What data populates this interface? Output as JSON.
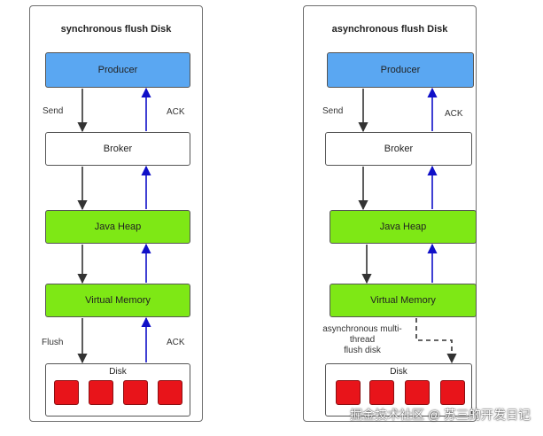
{
  "left": {
    "title": "synchronous flush Disk",
    "producer": "Producer",
    "broker": "Broker",
    "java_heap": "Java Heap",
    "virtual_memory": "Virtual Memory",
    "disk": "Disk",
    "send": "Send",
    "ack_top": "ACK",
    "flush": "Flush",
    "ack_bottom": "ACK"
  },
  "right": {
    "title": "asynchronous flush Disk",
    "producer": "Producer",
    "broker": "Broker",
    "java_heap": "Java Heap",
    "virtual_memory": "Virtual Memory",
    "disk": "Disk",
    "send": "Send",
    "ack_top": "ACK",
    "async_note": "asynchronous multi-\nthread\nflush disk"
  },
  "watermark": "掘金技术社区 @ 苏三的开发日记",
  "colors": {
    "producer": "#5aa7f2",
    "memory": "#7ee815",
    "disk_block": "#e8141a",
    "request_arrow": "#333333",
    "ack_arrow": "#1010c8"
  }
}
